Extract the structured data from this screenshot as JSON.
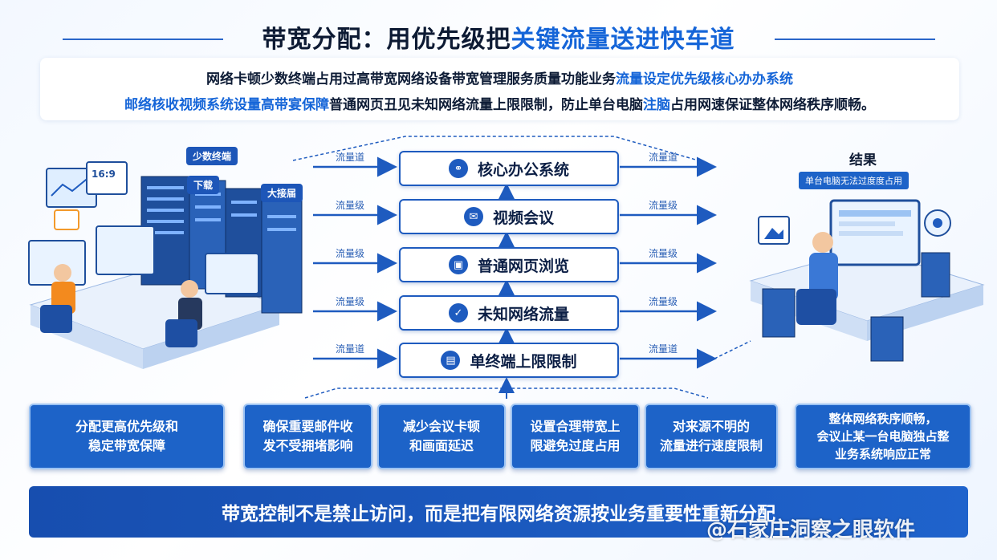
{
  "header": {
    "title_part1": "带宽分配：用优先级把",
    "title_part2": "关键流量送进快车道"
  },
  "description": {
    "line1_a": "网络卡顿少数终端占用过高带宽网络设备带宽管理服务质量功能业务",
    "line1_b": "流量设定优先级核心办办系统",
    "line2_a": "邮络核收视频系统设量高带宴保障",
    "line2_b": "普通网页丑见未知网络流量上限限制，防止单台电脑",
    "line2_c": "注脑",
    "line2_d": "占用网速保证整体网络秩序顺畅。"
  },
  "illustration_left": {
    "tag_top": "少数终端",
    "tag_mid": "下载",
    "tag_right": "大接届",
    "screen_label": "16:9"
  },
  "flow": {
    "items": [
      {
        "label": "核心办公系统",
        "icon": "link-icon",
        "left_label": "流量道",
        "right_label": "流量道"
      },
      {
        "label": "视频会议",
        "icon": "chat-icon",
        "left_label": "流量级",
        "right_label": "流量级"
      },
      {
        "label": "普通网页浏览",
        "icon": "browser-icon",
        "left_label": "流量级",
        "right_label": "流量级"
      },
      {
        "label": "未知网络流量",
        "icon": "check-icon",
        "left_label": "流量级",
        "right_label": "流量级"
      },
      {
        "label": "单终端上限限制",
        "icon": "document-icon",
        "left_label": "流量道",
        "right_label": "流量道"
      }
    ]
  },
  "result": {
    "title": "结果",
    "tag": "单台电脑无法过度度占用"
  },
  "cards": [
    {
      "text": "分配更高优先级和\n稳定带宽保障"
    },
    {
      "text": "确保重要邮件收\n发不受拥堵影响"
    },
    {
      "text": "减少会议卡顿\n和画面延迟"
    },
    {
      "text": "设置合理带宽上\n限避免过度占用"
    },
    {
      "text": "对来源不明的\n流量进行速度限制"
    },
    {
      "text": "整体网络秩序顺畅，\n会议止某一台电脑独占整\n业务系统响应正常"
    }
  ],
  "banner": {
    "text": "带宽控制不是禁止访问，而是把有限网络资源按业务重要性重新分配"
  },
  "watermark": {
    "text": "@石家庄洞察之眼软件"
  },
  "colors": {
    "primary": "#1d63c8",
    "dark": "#174eaf",
    "title_highlight": "#1565d8"
  }
}
